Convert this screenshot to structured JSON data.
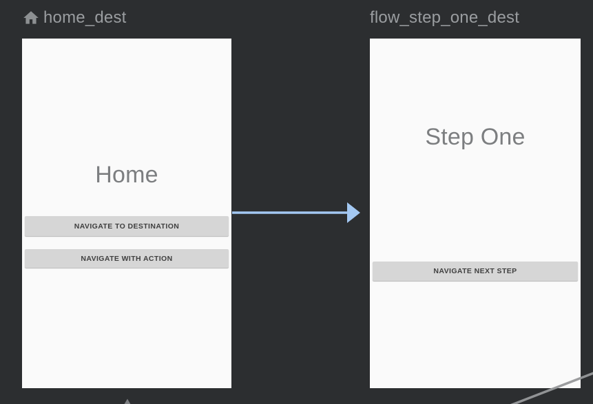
{
  "editor": {
    "background": "#2c2e30",
    "destinations": [
      {
        "label": "home_dest",
        "icon": "home-icon",
        "screen": {
          "title": "Home",
          "buttons": [
            "NAVIGATE TO DESTINATION",
            "NAVIGATE WITH ACTION"
          ]
        }
      },
      {
        "label": "flow_step_one_dest",
        "screen": {
          "title": "Step One",
          "buttons": [
            "NAVIGATE NEXT STEP"
          ]
        }
      }
    ],
    "actions": [
      {
        "name": "home-to-flow-step-one",
        "style": "horizontal-arrow-right"
      },
      {
        "name": "diagonal-action-line",
        "style": "partial-line-bottom-right"
      },
      {
        "name": "incoming-arrowhead",
        "style": "partial-arrowhead-bottom"
      }
    ],
    "colors": {
      "panel": "#fafafa",
      "header_text": "#9a9da0",
      "header_icon": "#8d9092",
      "screen_title": "#7c7e80",
      "button_bg": "#d6d6d6",
      "button_text": "#3f3f3f",
      "action_blue": "#a3c8f2",
      "action_gray": "#97999b"
    }
  }
}
